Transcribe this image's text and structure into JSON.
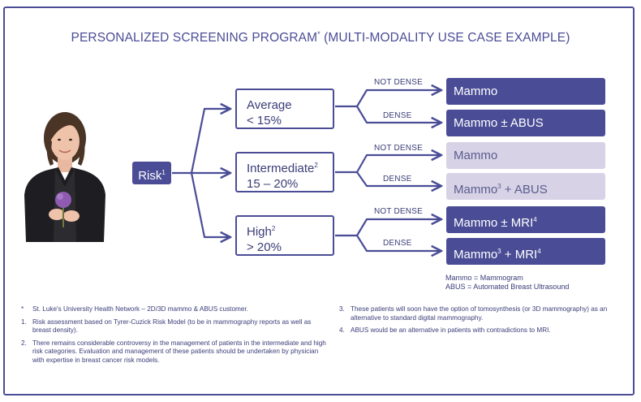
{
  "title": {
    "text": "PERSONALIZED SCREENING PROGRAM",
    "sup": "*",
    "suffix": " (MULTI-MODALITY USE CASE EXAMPLE)"
  },
  "risk": {
    "label": "Risk",
    "sup": "1"
  },
  "categories": [
    {
      "line1": "Average",
      "line1_sup": "",
      "line2": "< 15%"
    },
    {
      "line1": "Intermediate",
      "line1_sup": "2",
      "line2": "15 – 20%"
    },
    {
      "line1": "High",
      "line1_sup": "2",
      "line2": "> 20%"
    }
  ],
  "branch_labels": {
    "not_dense": "NOT DENSE",
    "dense": "DENSE"
  },
  "outcomes": [
    {
      "text": "Mammo",
      "sup": "",
      "tail": "",
      "tail_sup": "",
      "style": "dark"
    },
    {
      "text": "Mammo ± ABUS",
      "sup": "",
      "tail": "",
      "tail_sup": "",
      "style": "dark"
    },
    {
      "text": "Mammo",
      "sup": "",
      "tail": "",
      "tail_sup": "",
      "style": "light"
    },
    {
      "text": "Mammo",
      "sup": "3",
      "tail": " + ABUS",
      "tail_sup": "",
      "style": "light"
    },
    {
      "text": "Mammo ± MRI",
      "sup": "4",
      "tail": "",
      "tail_sup": "",
      "style": "dark"
    },
    {
      "text": "Mammo",
      "sup": "3",
      "tail": " + MRI",
      "tail_sup": "4",
      "style": "dark"
    }
  ],
  "legend": {
    "line1": "Mammo = Mammogram",
    "line2": "ABUS = Automated Breast Ultrasound"
  },
  "footnotes_left": [
    {
      "num": "*",
      "text": "St. Luke's University Health Network – 2D/3D mammo & ABUS customer."
    },
    {
      "num": "1.",
      "text": "Risk assessment based on Tyrer-Cuzick Risk Model (to be in mammography reports as well as breast density)."
    },
    {
      "num": "2.",
      "text": "There remains considerable controversy in the management of patients in the intermediate and high risk categories. Evaluation and management of these patients should be undertaken by physician with expertise in breast cancer risk models."
    }
  ],
  "footnotes_right": [
    {
      "num": "3.",
      "text": "These patients will soon have the option of tomosynthesis (or 3D mammography) as an alternative to standard digital mammography."
    },
    {
      "num": "4.",
      "text": "ABUS would be an alternative in patients with contradictions to MRI."
    }
  ],
  "colors": {
    "brand": "#4a4d96",
    "light_box": "#d7d2e6",
    "text": "#3a3d78"
  }
}
